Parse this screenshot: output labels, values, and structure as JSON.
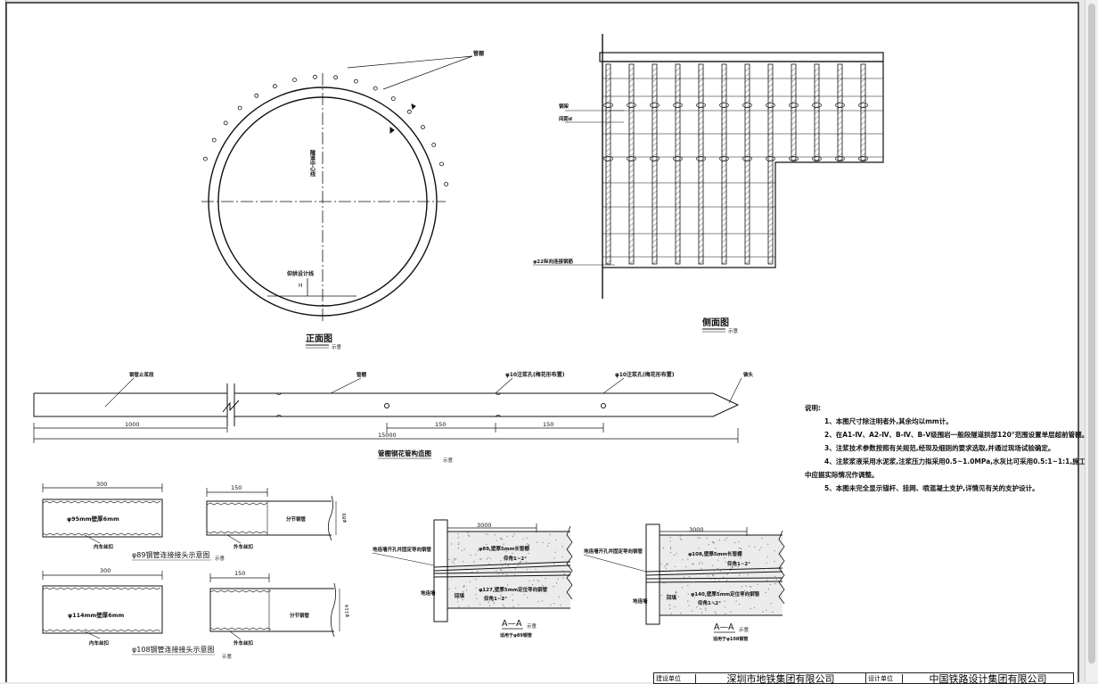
{
  "front_view": {
    "label_pipe_shed": "管棚",
    "label_center_line": "隧道中心线",
    "label_invert": "仰拱设计线",
    "label_h": "H",
    "title": "正面图",
    "scale": "示意"
  },
  "side_view": {
    "label_steel_arch": "钢架",
    "label_spacing": "间距d",
    "label_rebar": "φ22纵向连接钢筋",
    "title": "侧面图",
    "scale": "示意"
  },
  "pipe_structure": {
    "label_grout_stop": "钢管止浆段",
    "label_pipe": "管棚",
    "label_hole1": "φ10注浆孔(梅花形布置)",
    "label_hole2": "φ10注浆孔(梅花形布置)",
    "label_tip": "锥头",
    "dim_1000": "1000",
    "dim_150a": "150",
    "dim_150b": "150",
    "dim_15000": "15000",
    "title": "管棚钢花管构造图",
    "scale": "示意"
  },
  "joint89": {
    "dim_300": "300",
    "dim_150": "150",
    "pipe_label": "φ95mm壁厚6mm",
    "label_inner": "内车丝扣",
    "label_outer": "外车丝扣",
    "label_branch": "分节钢管",
    "dia": "φ89",
    "title": "φ89钢管连接接头示意图",
    "scale": "示意"
  },
  "joint108": {
    "dim_300": "300",
    "dim_150": "150",
    "pipe_label": "φ114mm壁厚6mm",
    "label_inner": "内车丝扣",
    "label_outer": "外车丝扣",
    "label_branch": "分节钢管",
    "dia": "φ114",
    "title": "φ108钢管连接接头示意图",
    "scale": "示意"
  },
  "section1": {
    "dim_3000": "3000",
    "label_left": "地连墙开孔并固定导向钢管",
    "label_wall": "地连墙",
    "label_pipe": "φ89,壁厚5mm长管棚",
    "label_slope": "仰角1~2°",
    "label_guide": "φ127,壁厚5mm定位导向钢管",
    "label_slope2": "仰角1~2°",
    "label_fill": "回填",
    "title": "A—A",
    "scale": "示意",
    "subtitle": "适用于φ89钢管"
  },
  "section2": {
    "dim_3000": "3000",
    "label_left": "地连墙开孔并固定导向钢管",
    "label_wall": "地连墙",
    "label_pipe": "φ108,壁厚5mm长管棚",
    "label_slope": "仰角1~2°",
    "label_guide": "φ140,壁厚5mm定位导向钢管",
    "label_slope2": "仰角1~2°",
    "label_fill": "回填",
    "title": "A—A",
    "scale": "示意",
    "subtitle": "适用于φ108钢管"
  },
  "notes": {
    "heading": "说明:",
    "n1": "1、本图尺寸除注明者外,其余均以mm计。",
    "n2": "2、在A1-Ⅳ、A2-Ⅳ、B-Ⅳ、B-Ⅴ级围岩一般段隧道拱部120°范围设置单层超前管棚。",
    "n3": "3、注浆技术参数按照有关规范,经现及细则的要求选取,并通过现场试验确定。",
    "n4": "4、注浆浆液采用水泥浆,注浆压力拟采用0.5~1.0MPa,水灰比可采用0.5:1~1:1,施工",
    "n4b": "中应据实际情况作调整。",
    "n5": "5、本图未完全显示锚杆、挂网、喷混凝土支护,详情见有关的支护设计。"
  },
  "title_block": {
    "label_client": "建设单位",
    "client": "深圳市地铁集团有限公司",
    "label_designer": "设计单位",
    "designer": "中国铁路设计集团有限公司"
  }
}
